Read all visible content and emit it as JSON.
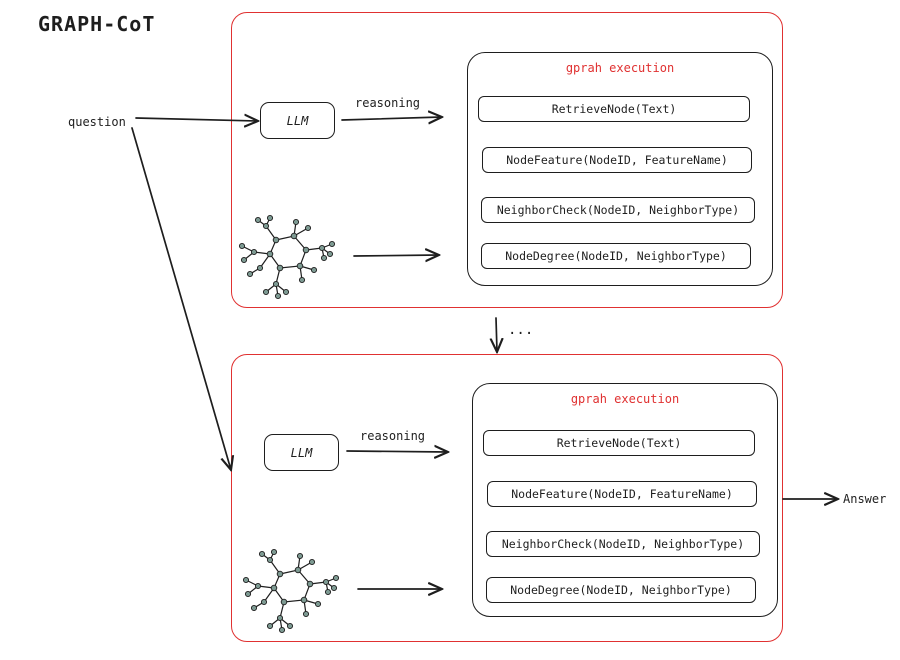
{
  "title": "GRAPH-CoT",
  "question_label": "question",
  "answer_label": "Answer",
  "continuation_label": "...",
  "colors": {
    "panel_border": "#e03131",
    "exec_title": "#e03131",
    "ink": "#1e1e1e",
    "node_fill": "#7d9a92"
  },
  "steps": [
    {
      "llm_label": "LLM",
      "reasoning_label": "reasoning",
      "exec_title": "gprah execution",
      "functions": [
        "RetrieveNode(Text)",
        "NodeFeature(NodeID, FeatureName)",
        "NeighborCheck(NodeID, NeighborType)",
        "NodeDegree(NodeID, NeighborType)"
      ]
    },
    {
      "llm_label": "LLM",
      "reasoning_label": "reasoning",
      "exec_title": "gprah execution",
      "functions": [
        "RetrieveNode(Text)",
        "NodeFeature(NodeID, FeatureName)",
        "NeighborCheck(NodeID, NeighborType)",
        "NodeDegree(NodeID, NeighborType)"
      ]
    }
  ]
}
